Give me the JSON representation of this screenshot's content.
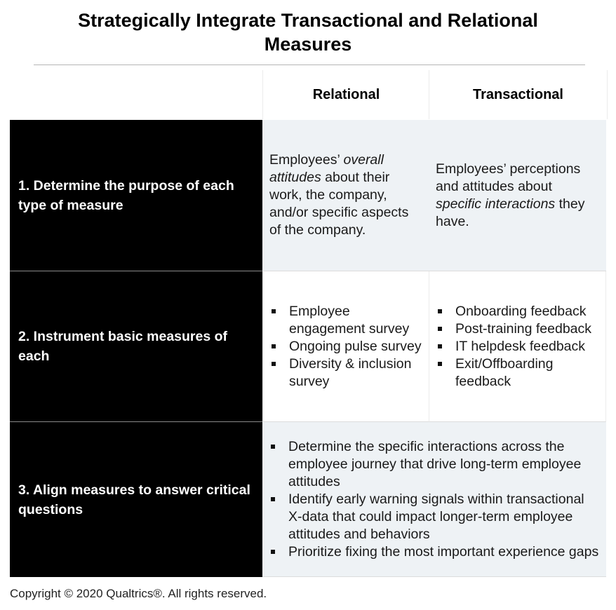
{
  "title": "Strategically Integrate Transactional and Relational Measures",
  "columns": {
    "relational": "Relational",
    "transactional": "Transactional"
  },
  "rows": [
    {
      "label": "1. Determine the purpose of each type of measure",
      "relational": {
        "prefix": "Employees’ ",
        "emphasis": "overall attitudes",
        "suffix": " about their work, the company, and/or specific aspects of the company."
      },
      "transactional": {
        "prefix": "Employees’ perceptions and attitudes about ",
        "emphasis": "specific interactions",
        "suffix": " they have."
      }
    },
    {
      "label": "2. Instrument basic measures of each",
      "relational_items": [
        "Employee engagement survey",
        "Ongoing pulse survey",
        "Diversity & inclusion survey"
      ],
      "transactional_items": [
        "Onboarding feedback",
        "Post-training feedback",
        "IT helpdesk feedback",
        "Exit/Offboarding feedback"
      ]
    },
    {
      "label": "3. Align measures to answer critical questions",
      "items": [
        "Determine the specific interactions across the employee journey that drive long-term employee attitudes",
        "Identify early warning signals within transactional X-data that could impact longer-term employee attitudes and behaviors",
        "Prioritize fixing the most important experience gaps"
      ]
    }
  ],
  "copyright": "Copyright © 2020 Qualtrics®.  All rights reserved."
}
